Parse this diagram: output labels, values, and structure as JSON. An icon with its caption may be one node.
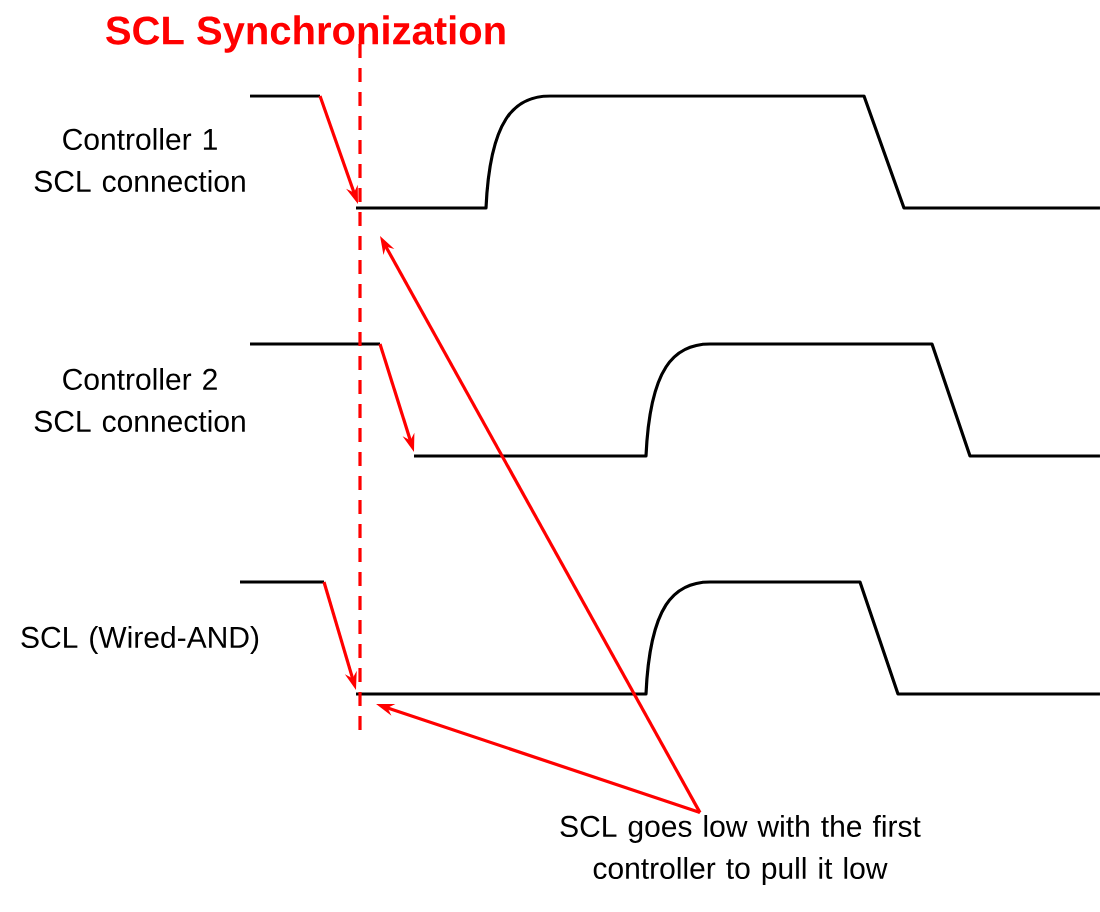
{
  "diagram": {
    "title": "SCL Synchronization",
    "nodes": [
      {
        "text": [
          "Controller 1 SCL connection"
        ]
      },
      {
        "text": [
          "Controller 2 SCL connection"
        ]
      },
      {
        "text": [
          "SCL (Wired-AND)"
        ]
      },
      {
        "text": [
          "SCL goes low with the first controller to pull it low"
        ]
      }
    ],
    "edges": [
      {
        "from": 3,
        "to": null,
        "arrow": "to"
      },
      {
        "from": 3,
        "to": null,
        "arrow": "to"
      }
    ]
  }
}
